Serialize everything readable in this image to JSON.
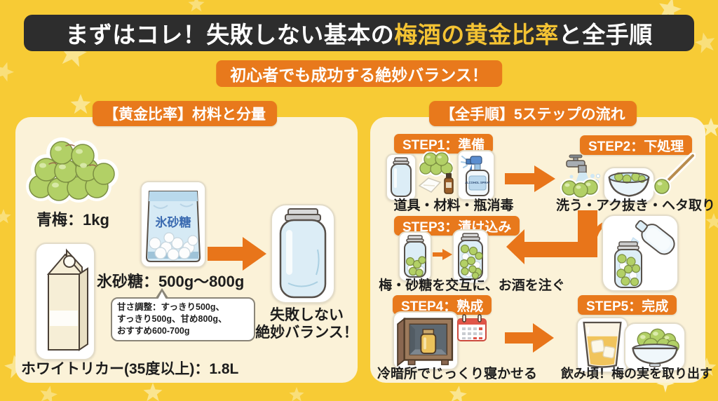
{
  "title": {
    "prefix": "まずはコレ！失敗しない基本の",
    "highlight": "梅酒の黄金比率",
    "suffix": "と全手順"
  },
  "subtitle": {
    "text": "初心者でも成功する絶妙バランス！"
  },
  "colors": {
    "background": "#F7CB35",
    "banner_bg": "#2D2D2D",
    "accent_orange": "#E8791C",
    "highlight_gold": "#F4C333",
    "panel_cream": "#FBF2D8",
    "text": "#1D1D1D"
  },
  "left": {
    "header": "【黄金比率】材料と分量",
    "plums_label": "青梅：1kg",
    "sugar_bag_text": "氷砂糖",
    "sugar_label": "氷砂糖：500g〜800g",
    "note_lines": [
      "甘さ調整：すっきり500g、",
      "すっきり500g、甘め800g、",
      "おすすめ600-700g"
    ],
    "liquor_label": "ホワイトリカー(35度以上)：1.8L",
    "result_lines": [
      "失敗しない",
      "絶妙バランス！"
    ]
  },
  "right": {
    "header": "【全手順】5ステップの流れ",
    "spray_text": "ALCOHOL SPRAY",
    "steps": [
      {
        "badge": "STEP1：準備",
        "caption": "道具・材料・瓶消毒"
      },
      {
        "badge": "STEP2：下処理",
        "caption": "洗う・アク抜き・ヘタ取り"
      },
      {
        "badge": "STEP3：漬け込み",
        "caption": "梅・砂糖を交互に、お酒を注ぐ"
      },
      {
        "badge": "STEP4：熟成",
        "caption": "冷暗所でじっくり寝かせる"
      },
      {
        "badge": "STEP5：完成",
        "caption": "飲み頃！梅の実を取り出す"
      }
    ]
  }
}
